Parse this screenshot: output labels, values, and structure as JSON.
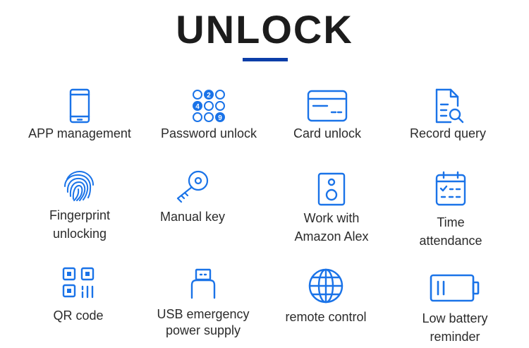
{
  "title": "UNLOCK",
  "colors": {
    "icon_blue": "#1a73e8",
    "accent_bar": "#0b3ea8",
    "text": "#2b2b2b"
  },
  "features": [
    {
      "icon": "phone-icon",
      "label": "APP management"
    },
    {
      "icon": "password-keypad-icon",
      "label": "Password unlock"
    },
    {
      "icon": "card-icon",
      "label": "Card unlock"
    },
    {
      "icon": "record-query-icon",
      "label": "Record query"
    },
    {
      "icon": "fingerprint-icon",
      "label": "Fingerprint\nunlocking"
    },
    {
      "icon": "key-icon",
      "label": "Manual key"
    },
    {
      "icon": "speaker-icon",
      "label": "Work with\nAmazon Alex"
    },
    {
      "icon": "calendar-icon",
      "label": "Time\nattendance"
    },
    {
      "icon": "qr-code-icon",
      "label": "QR code"
    },
    {
      "icon": "usb-icon",
      "label": "USB emergency\npower supply"
    },
    {
      "icon": "globe-icon",
      "label": "remote control"
    },
    {
      "icon": "battery-icon",
      "label": "Low battery\nreminder"
    }
  ]
}
